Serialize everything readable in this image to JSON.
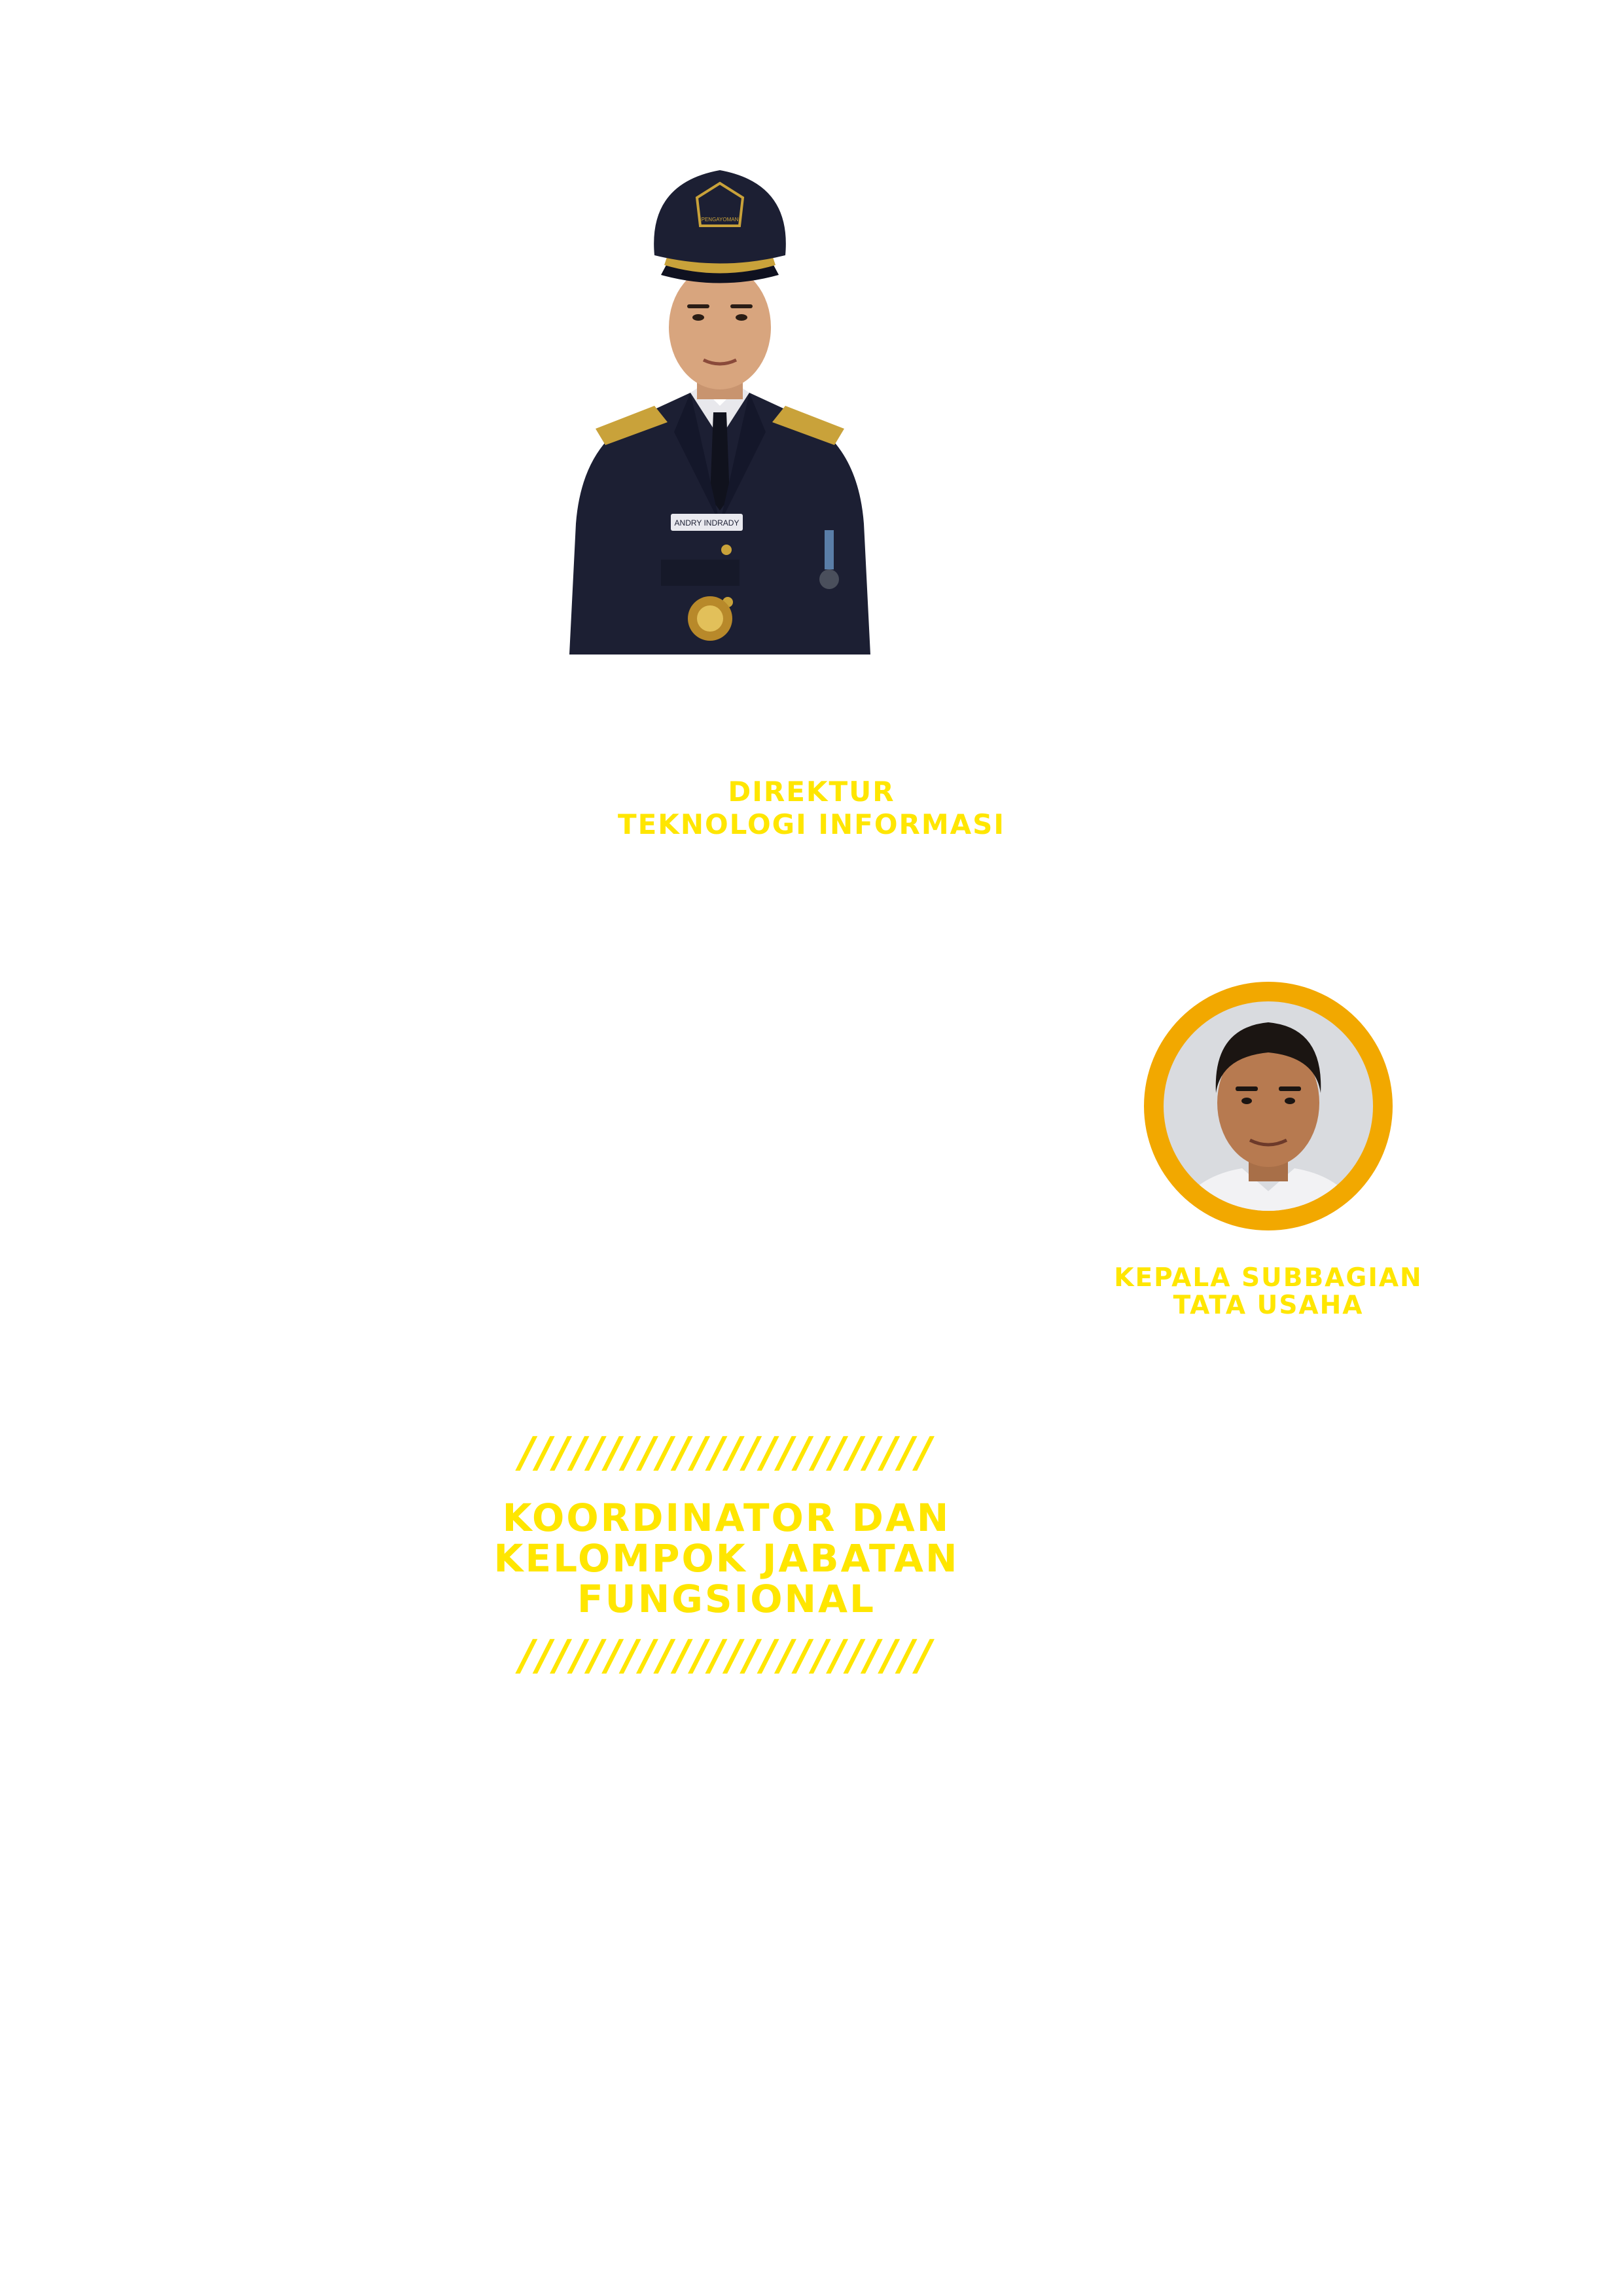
{
  "colors": {
    "accent_yellow": "#ffe600",
    "ring_orange": "#f2a800",
    "uniform_navy": "#1c1f33",
    "background": "#ffffff"
  },
  "director": {
    "title_line1": "DIREKTUR",
    "title_line2": "TEKNOLOGI INFORMASI",
    "nameplate": "ANDRY INDRADY",
    "cap_badge_text": "PENGAYOMAN"
  },
  "kasubbag": {
    "title_line1": "KEPALA SUBBAGIAN",
    "title_line2": "TATA USAHA"
  },
  "functional_group": {
    "decor_slashes": "////////////////////////",
    "title_line1": "KOORDINATOR DAN",
    "title_line2": "KELOMPOK JABATAN",
    "title_line3": "FUNGSIONAL"
  }
}
